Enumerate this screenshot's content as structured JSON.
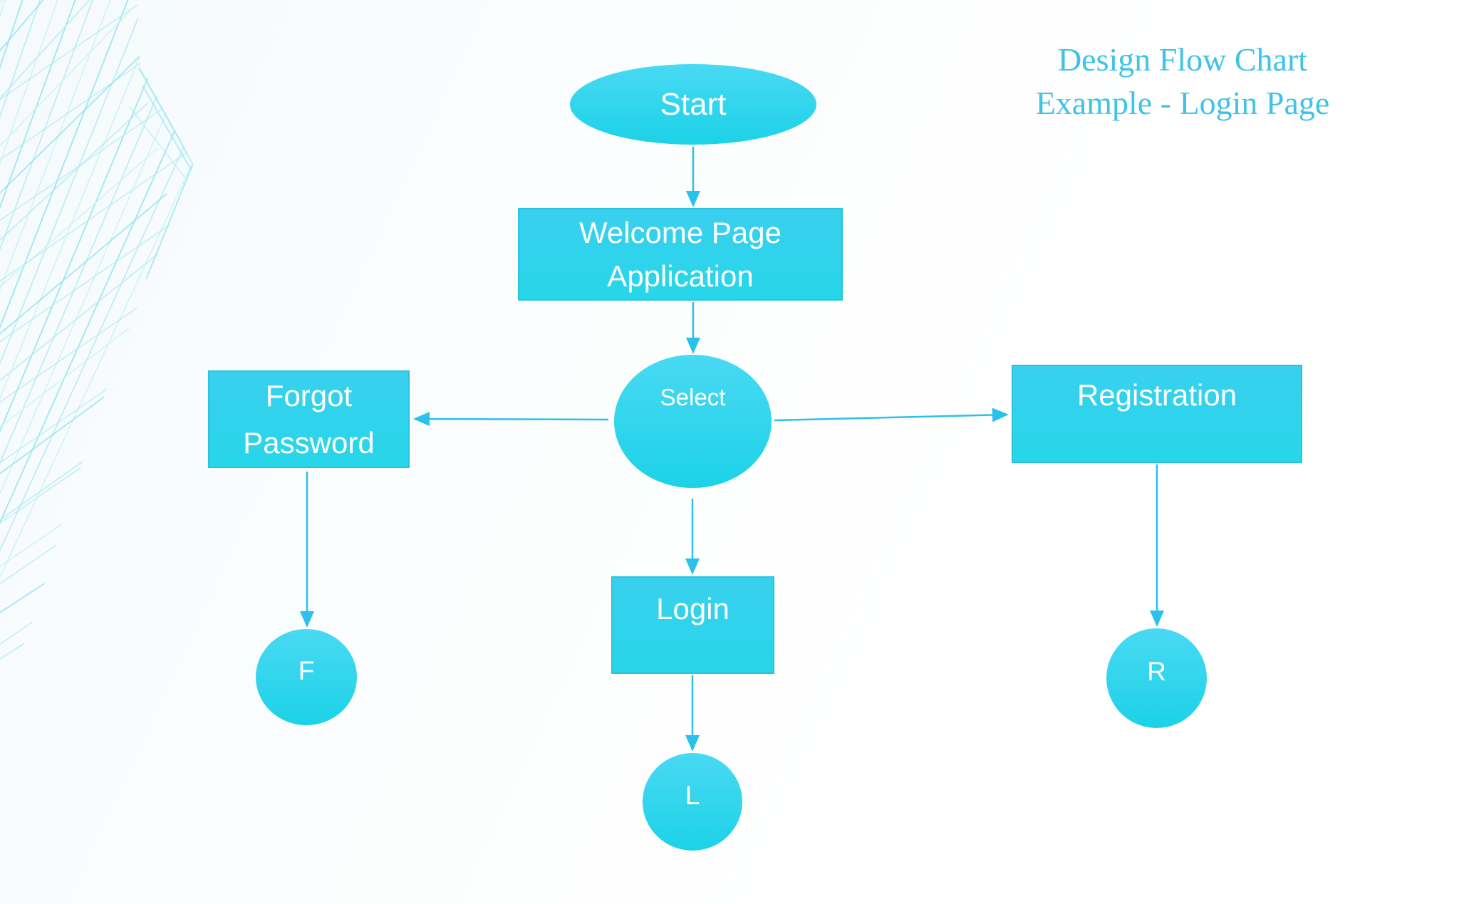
{
  "title": {
    "line1": "Design Flow Chart",
    "line2": "Example - Login Page"
  },
  "colors": {
    "title_text": "#3fc3e6",
    "connector": "#2ac1ec",
    "node_fill_top": "#49d9f3",
    "node_fill_bottom": "#1cd2e7",
    "node_label_text": "#ffffff",
    "wireframe_decoration": "#a9e8f3"
  },
  "flowchart": {
    "nodes": {
      "start": {
        "label": "Start",
        "shape": "ellipse"
      },
      "welcome": {
        "label": "Welcome Page Application",
        "shape": "rectangle"
      },
      "select": {
        "label": "Select",
        "shape": "circle"
      },
      "forgot_password": {
        "label": "Forgot Password",
        "shape": "rectangle"
      },
      "registration": {
        "label": "Registration",
        "shape": "rectangle"
      },
      "login": {
        "label": "Login",
        "shape": "rectangle"
      },
      "f": {
        "label": "F",
        "shape": "circle"
      },
      "l": {
        "label": "L",
        "shape": "circle"
      },
      "r": {
        "label": "R",
        "shape": "circle"
      }
    },
    "edges": [
      {
        "from": "start",
        "to": "welcome"
      },
      {
        "from": "welcome",
        "to": "select"
      },
      {
        "from": "select",
        "to": "forgot_password"
      },
      {
        "from": "select",
        "to": "registration"
      },
      {
        "from": "select",
        "to": "login"
      },
      {
        "from": "forgot_password",
        "to": "f"
      },
      {
        "from": "login",
        "to": "l"
      },
      {
        "from": "registration",
        "to": "r"
      }
    ]
  }
}
